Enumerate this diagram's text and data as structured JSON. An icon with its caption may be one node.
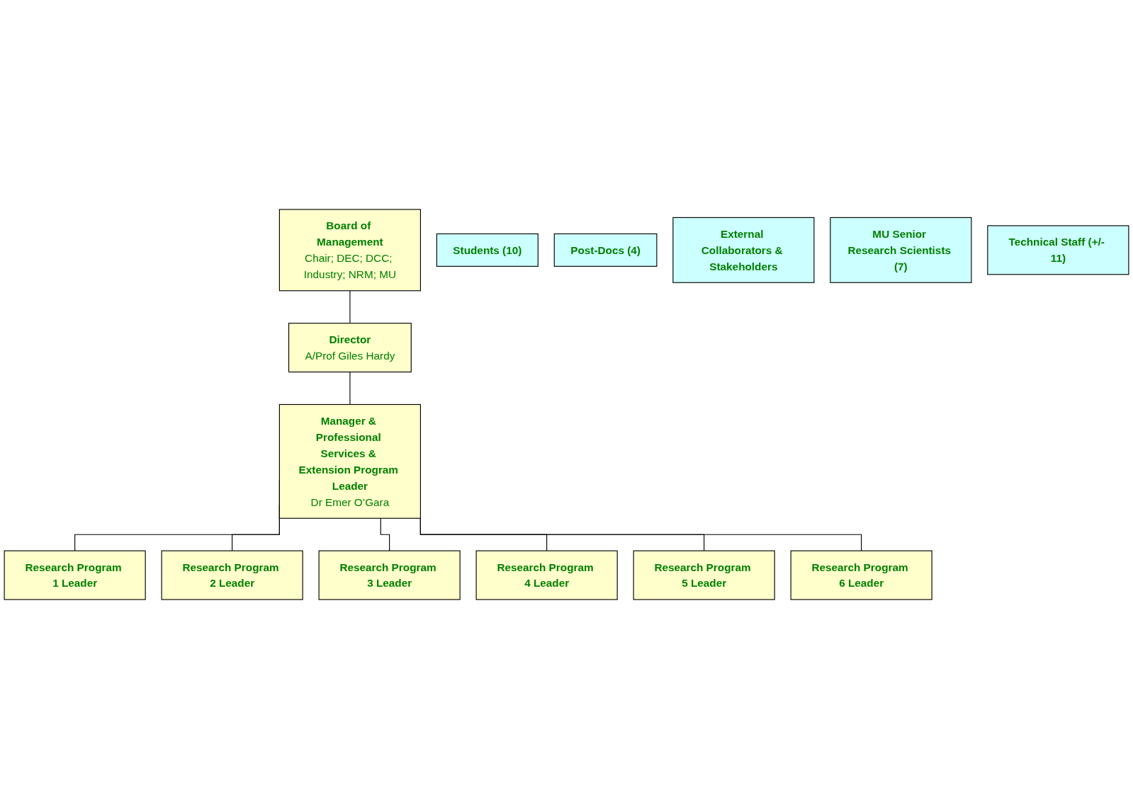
{
  "diagram": {
    "nodes": [
      {
        "text": [
          "Board of Management",
          "Chair; DEC; DCC; Industry; NRM; MU"
        ]
      },
      {
        "text": [
          "Director",
          "A/Prof Giles Hardy"
        ]
      },
      {
        "text": [
          "Manager & Professional Services & Extension Program Leader",
          "Dr Emer O’Gara"
        ]
      },
      {
        "text": [
          "Research Program 1 Leader"
        ]
      },
      {
        "text": [
          "Research Program 2 Leader"
        ]
      },
      {
        "text": [
          "Research Program 3 Leader"
        ]
      },
      {
        "text": [
          "Research Program 4 Leader"
        ]
      },
      {
        "text": [
          "Research Program 5 Leader"
        ]
      },
      {
        "text": [
          "Research Program 6 Leader"
        ]
      },
      {
        "text": [
          "Students (10)"
        ]
      },
      {
        "text": [
          "Post-Docs (4)"
        ]
      },
      {
        "text": [
          "External Collaborators & Stakeholders"
        ]
      },
      {
        "text": [
          "MU Senior Research Scientists (7)"
        ]
      },
      {
        "text": [
          "Technical Staff (+/- 11)"
        ]
      }
    ],
    "edges": [
      {
        "from": 0,
        "to": 1,
        "arrow": "none"
      },
      {
        "from": 1,
        "to": 2,
        "arrow": "none"
      },
      {
        "from": 2,
        "to": 3,
        "arrow": "none"
      },
      {
        "from": 2,
        "to": 4,
        "arrow": "none"
      },
      {
        "from": 2,
        "to": 5,
        "arrow": "none"
      },
      {
        "from": 2,
        "to": 6,
        "arrow": "none"
      },
      {
        "from": 2,
        "to": 7,
        "arrow": "none"
      },
      {
        "from": 2,
        "to": 8,
        "arrow": "none"
      }
    ]
  }
}
